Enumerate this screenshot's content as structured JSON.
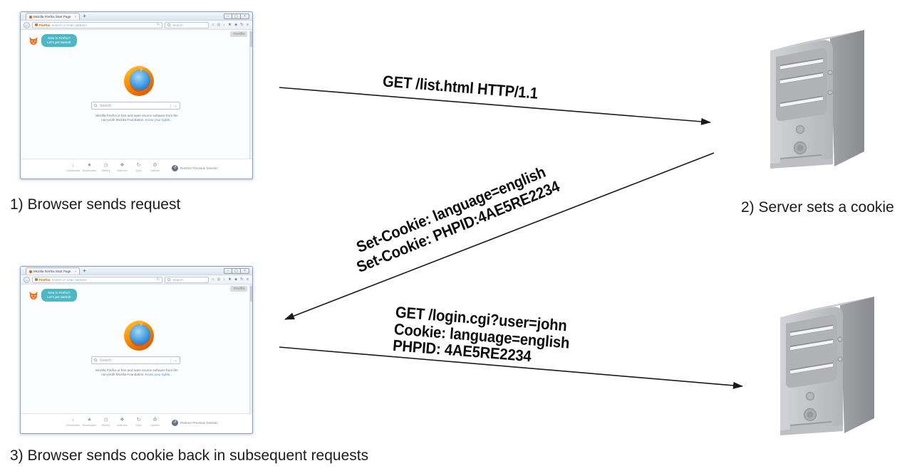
{
  "steps": {
    "step1": "1) Browser sends request",
    "step2": "2) Server sets a cookie",
    "step3": "3) Browser sends cookie back in subsequent requests"
  },
  "messages": {
    "request1": "GET /list.html HTTP/1.1",
    "set_cookie": [
      "Set-Cookie: language=english",
      "Set-Cookie: PHPID:4AE5RE2234"
    ],
    "request2": [
      "GET /login.cgi?user=john",
      "Cookie: language=english",
      "PHPID: 4AE5RE2234"
    ]
  },
  "browser": {
    "tab": {
      "title": "Mozilla Firefox Start Page",
      "close": "×",
      "new_tab": "+"
    },
    "window_controls": [
      {
        "name": "minimize-button",
        "glyph": "–"
      },
      {
        "name": "maximize-button",
        "glyph": "▢"
      },
      {
        "name": "close-button",
        "glyph": "×"
      }
    ],
    "navbar": {
      "back_glyph": "←",
      "brand": "Firefox",
      "url_placeholder": "Search or enter address",
      "reload_glyph": "↻",
      "search_placeholder": "Search",
      "icons": [
        {
          "name": "home-icon",
          "glyph": "⌂"
        },
        {
          "name": "options-icon",
          "glyph": "◎"
        },
        {
          "name": "downloads-icon",
          "glyph": "↓"
        },
        {
          "name": "bookmarks-star-icon",
          "glyph": "★"
        },
        {
          "name": "shield-icon",
          "glyph": "◈"
        },
        {
          "name": "sync-icon",
          "glyph": "↻"
        },
        {
          "name": "menu-icon",
          "glyph": "≡"
        }
      ]
    },
    "content": {
      "notification": "New to Firefox? Let's get started!",
      "mozilla_tag": "mozilla",
      "search_placeholder": "Search",
      "search_go": "→",
      "blurb": "Mozilla Firefox is free and open source software from the non-profit Mozilla Foundation. ",
      "rights_link": "Know your rights..."
    },
    "toolbar": {
      "items": [
        {
          "name": "downloads",
          "glyph": "↓",
          "label": "Downloads"
        },
        {
          "name": "bookmarks",
          "glyph": "★",
          "label": "Bookmarks"
        },
        {
          "name": "history",
          "glyph": "◷",
          "label": "History"
        },
        {
          "name": "addons",
          "glyph": "❖",
          "label": "Add-ons"
        },
        {
          "name": "sync",
          "glyph": "↻",
          "label": "Sync"
        },
        {
          "name": "options",
          "glyph": "⚙",
          "label": "Options"
        }
      ],
      "restore_glyph": "↺",
      "restore_label": "Restore Previous Session"
    }
  },
  "colors": {
    "arrow": "#1a1a1a",
    "firefox_orange": "#e8610e",
    "bubble_teal": "#4db8c4",
    "link_blue": "#4f8fd0",
    "server_gray": "#b5b6ba"
  }
}
